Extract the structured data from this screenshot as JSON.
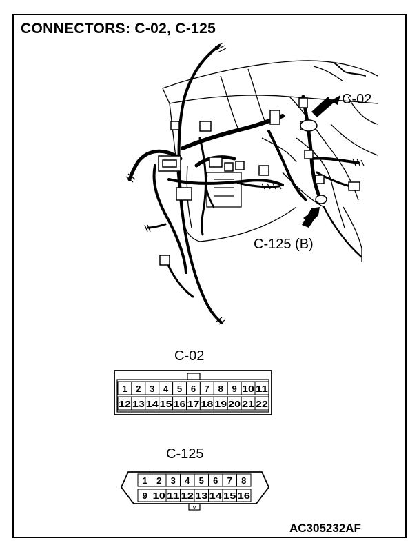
{
  "title": "CONNECTORS: C-02, C-125",
  "callouts": {
    "c02": "C-02",
    "c125b": "C-125 (B)"
  },
  "connector_c02": {
    "label": "C-02",
    "top_row": [
      "1",
      "2",
      "3",
      "4",
      "5",
      "6",
      "7",
      "8",
      "9",
      "10",
      "11"
    ],
    "bottom_row": [
      "12",
      "13",
      "14",
      "15",
      "16",
      "17",
      "18",
      "19",
      "20",
      "21",
      "22"
    ]
  },
  "connector_c125": {
    "label": "C-125",
    "top_row": [
      "1",
      "2",
      "3",
      "4",
      "5",
      "6",
      "7",
      "8"
    ],
    "bottom_row": [
      "9",
      "10",
      "11",
      "12",
      "13",
      "14",
      "15",
      "16"
    ]
  },
  "figure_code": "AC305232AF"
}
